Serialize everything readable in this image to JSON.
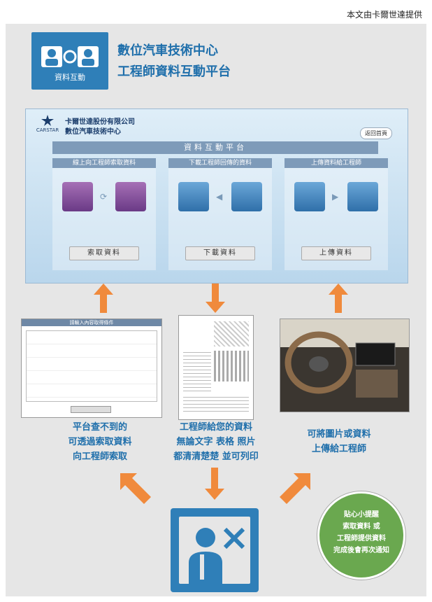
{
  "credit": "本文由卡爾世達提供",
  "header": {
    "logo_label": "資料互動",
    "title_line1": "數位汽車技術中心",
    "title_line2": "工程師資料互動平台"
  },
  "platform": {
    "company_line1": "卡爾世達股份有限公司",
    "company_line2": "數位汽車技術中心",
    "brand": "CARSTAR",
    "home_label": "返回首頁",
    "bar_title": "資料互動平台",
    "columns": [
      {
        "header": "線上向工程師索取資料",
        "button": "索取資料"
      },
      {
        "header": "下載工程師回傳的資料",
        "button": "下載資料"
      },
      {
        "header": "上傳資料給工程師",
        "button": "上傳資料"
      }
    ]
  },
  "form_title": "請輸入內容取得條件",
  "captions": {
    "left": [
      "平台查不到的",
      "可透過索取資料",
      "向工程師索取"
    ],
    "middle": [
      "工程師給您的資料",
      "無論文字 表格 照片",
      "都清清楚楚 並可列印"
    ],
    "right": [
      "可將圖片或資料",
      "上傳給工程師"
    ]
  },
  "reminder": [
    "貼心小提醒",
    "索取資料 或",
    "工程師提供資料",
    "完成後會再次通知"
  ],
  "colors": {
    "brand_blue": "#1f6fab",
    "arrow_orange": "#f08a3c",
    "badge_green": "#6aa84f"
  }
}
